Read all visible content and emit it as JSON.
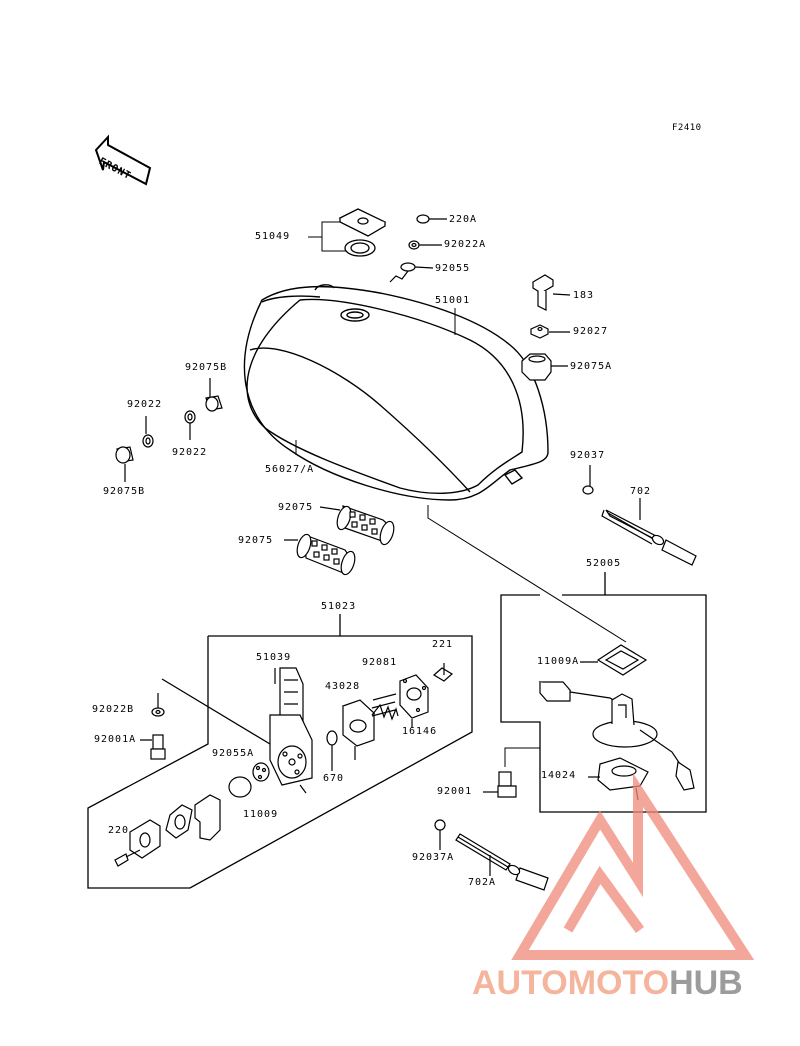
{
  "figure_code": "F2410",
  "front_label": "FRONT",
  "watermark": {
    "part1": "AUTOMOTO",
    "part2": "HUB",
    "color1": "#f5b49c",
    "color2": "#9c9c9c",
    "logo_color": "#f08a7a"
  },
  "parts": {
    "p51049": "51049",
    "p220A": "220A",
    "p92022A": "92022A",
    "p92055": "92055",
    "p51001": "51001",
    "p183": "183",
    "p92027": "92027",
    "p92075A": "92075A",
    "p92075B_top": "92075B",
    "p92022_left": "92022",
    "p92022_right": "92022",
    "p92075B_bottom": "92075B",
    "p56027A": "56027/A",
    "p92037": "92037",
    "p702": "702",
    "p92075_top": "92075",
    "p92075_bottom": "92075",
    "p52005": "52005",
    "p51023": "51023",
    "p221": "221",
    "p51039": "51039",
    "p92081": "92081",
    "p43028": "43028",
    "p11009A": "11009A",
    "p92022B": "92022B",
    "p16146": "16146",
    "p92001A": "92001A",
    "p92055A": "92055A",
    "p670": "670",
    "p14024": "14024",
    "p11009": "11009",
    "p92001": "92001",
    "p220": "220",
    "p92037A": "92037A",
    "p702A": "702A"
  }
}
